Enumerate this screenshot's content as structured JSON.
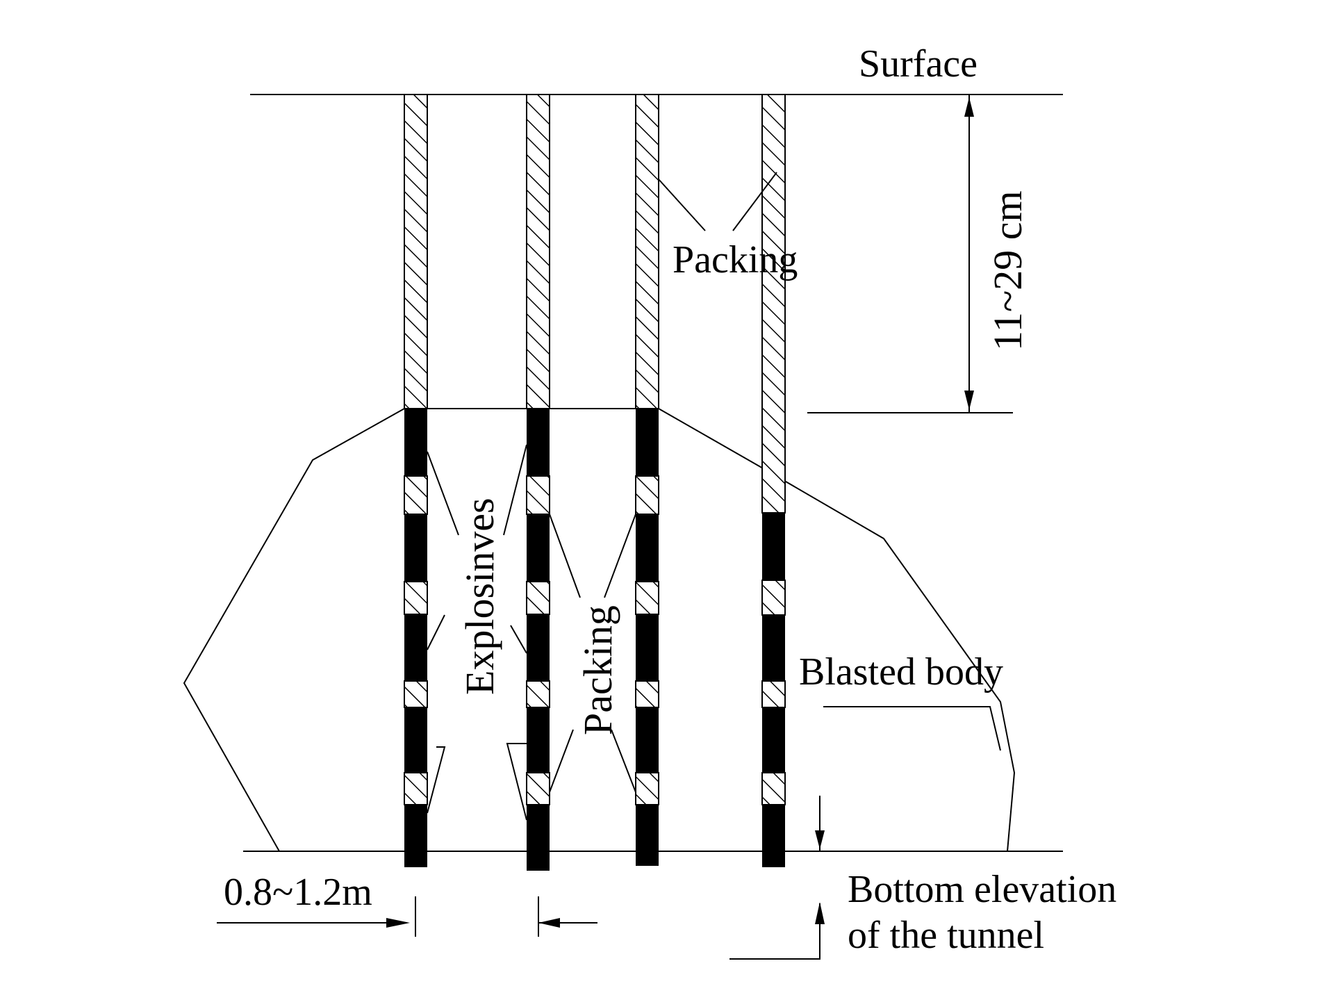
{
  "labels": {
    "surface": "Surface",
    "packing_top": "Packing",
    "depth_dimension": "11~29 cm",
    "explosives": "Explosinves",
    "packing_middle": "Packing",
    "blasted_body": "Blasted body",
    "spacing_dimension": "0.8~1.2m",
    "bottom_elevation_line1": "Bottom elevation",
    "bottom_elevation_line2": "of the tunnel"
  },
  "holes": [
    {
      "id": "hole-1",
      "charged": true
    },
    {
      "id": "hole-2",
      "charged": true
    },
    {
      "id": "hole-3",
      "charged": true
    },
    {
      "id": "hole-4",
      "charged": true
    }
  ],
  "colors": {
    "line": "#000000",
    "explosive_fill": "#000000",
    "packing_hatch": "#000000",
    "background": "#ffffff"
  }
}
